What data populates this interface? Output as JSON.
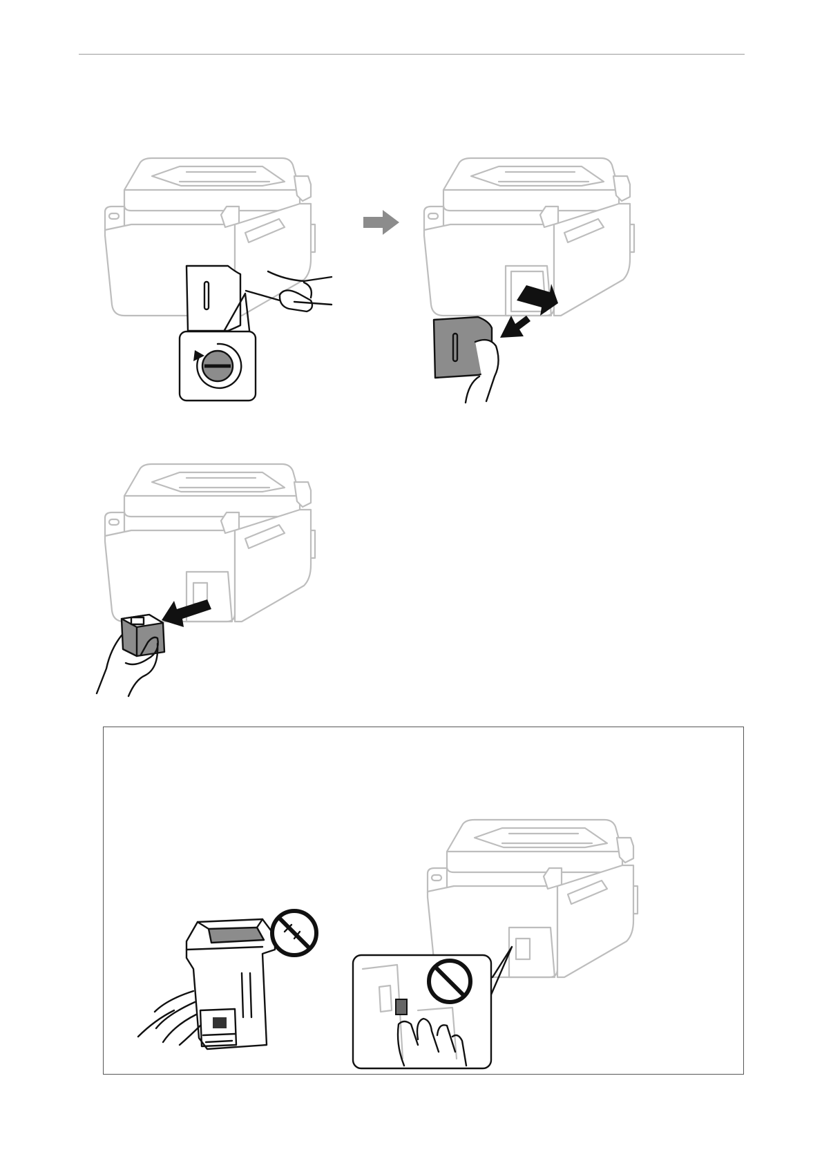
{
  "document": {
    "header_rule": true
  },
  "figures": [
    {
      "id": "remove-cover",
      "icons": [
        "printer-rear",
        "screwdriver",
        "rotate-icon",
        "arrow-right-icon"
      ]
    },
    {
      "id": "remove-cover-result",
      "icons": [
        "printer-rear",
        "cover-plate",
        "arrow-out-icon",
        "hand"
      ]
    },
    {
      "id": "remove-maintenance-box",
      "icons": [
        "printer-rear",
        "maintenance-box",
        "arrow-out-icon",
        "hand"
      ]
    },
    {
      "id": "do-not-touch-box",
      "icons": [
        "maintenance-box",
        "prohibited-icon",
        "hand"
      ]
    },
    {
      "id": "do-not-touch-printer",
      "icons": [
        "printer-rear",
        "zoom-inset",
        "prohibited-icon",
        "hand"
      ]
    }
  ],
  "colors": {
    "line_light": "#bdbdbd",
    "line_dark": "#111111",
    "fill_gray": "#8c8c8c"
  }
}
